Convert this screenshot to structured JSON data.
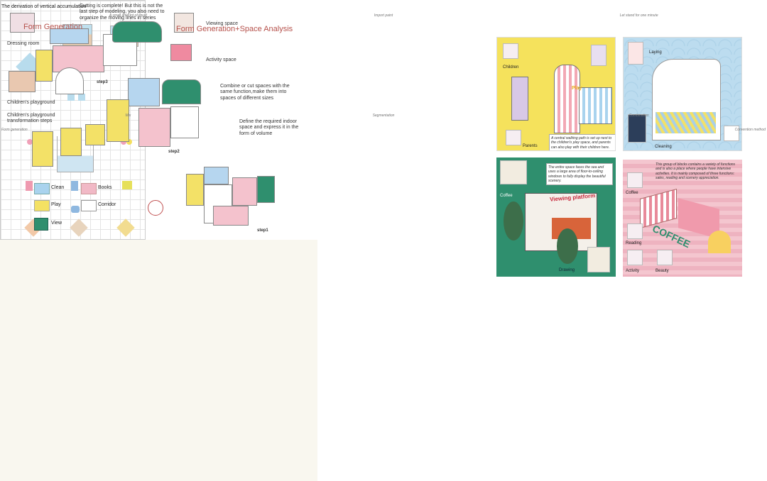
{
  "left_section": {
    "title": "Form Generation",
    "subtitle": "The derivation of vertical accumulation",
    "step_labels": [
      "A small amount of liquid",
      "Import paint",
      "Let stand for one minute"
    ],
    "process_labels": [
      "Mix",
      "Segmentation",
      "Combination"
    ],
    "method_labels": [
      "Form generation",
      "Convention method"
    ]
  },
  "middle_section": {
    "title": "Form Generation+Space Analysis",
    "annotations": {
      "cutting": "Cutting is complete! But this is not the last step of modeling, you also need to organize the moving lines in series",
      "viewing": "Viewing space",
      "dressing": "Dressing room",
      "activity": "Activity space",
      "combine": "Combine or cut spaces with the same function,make them into spaces of different sizes",
      "playground": "Children's playground",
      "transformation": "Children's playground transformation steps",
      "define": "Define the required indoor space and express it in the form of volume"
    },
    "steps": [
      "step3",
      "step2",
      "step1"
    ],
    "legend": [
      {
        "label": "Clean",
        "color": "#a9d3ee"
      },
      {
        "label": "Books",
        "color": "#f1b9c6"
      },
      {
        "label": "Play",
        "color": "#f4e163"
      },
      {
        "label": "Corridor",
        "color": "#ffffff"
      },
      {
        "label": "View",
        "color": "#2f8f6e"
      }
    ]
  },
  "panels": {
    "play": {
      "labels": [
        "Children",
        "Parents"
      ],
      "sign": "Play",
      "caption": "A central walking path is set up next to the children's play space, and parents can also play with their children here."
    },
    "rest": {
      "labels": [
        "Laying",
        "Cleaning"
      ]
    },
    "view": {
      "labels": [
        "Coffee",
        "Drawing"
      ],
      "sign": "Viewing platform",
      "caption": "The entire space faces the sea and uses a large area of floor-to-ceiling windows to fully display the beautiful scenery."
    },
    "books": {
      "labels": [
        "Coffee",
        "Reading",
        "Activity",
        "Beauty"
      ],
      "sign": "COFFEE",
      "caption": "This group of blocks contains a variety of functions and is also a place where people have intensive activities. It is mainly composed of three functions: sales, reading and scenery appreciation."
    }
  }
}
